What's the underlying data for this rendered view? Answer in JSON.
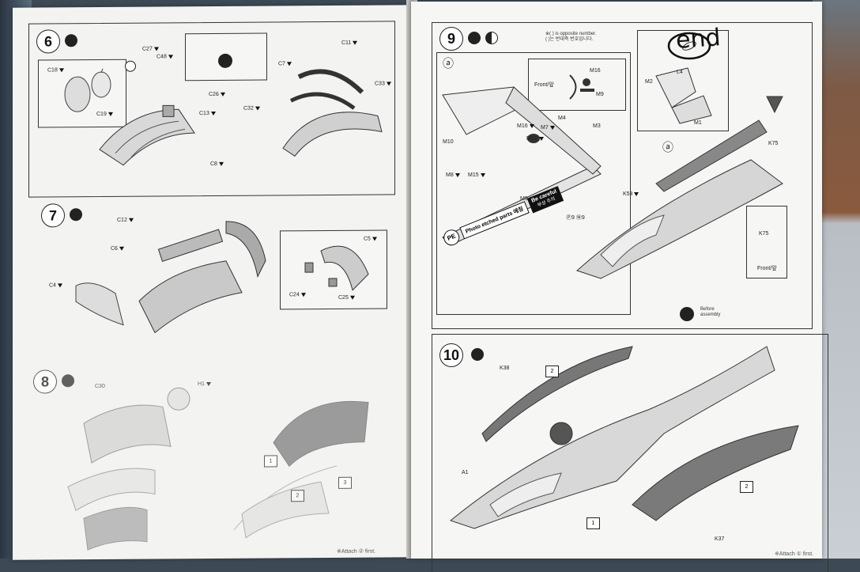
{
  "left_page": {
    "step6": {
      "number": "6",
      "parts": [
        "C18",
        "C19",
        "C27",
        "C48",
        "C26",
        "C13",
        "C8",
        "C11",
        "C7",
        "C33",
        "C32"
      ]
    },
    "step7": {
      "number": "7",
      "parts": [
        "C12",
        "C6",
        "C4",
        "C5",
        "C24",
        "C25"
      ]
    },
    "step8": {
      "number": "8",
      "parts": [
        "C30",
        "H1"
      ],
      "callouts": [
        "1",
        "2",
        "3"
      ]
    },
    "footer": "※Attach ② first."
  },
  "right_page": {
    "step9": {
      "number": "9",
      "note_line1": "※( ) is opposite number.",
      "note_line2": "( )는 반대측 번호입니다.",
      "sub_a": "ⓐ",
      "front_label": "Front/앞",
      "parts": [
        "M16",
        "M9",
        "M10",
        "M16",
        "M12",
        "M7",
        "M4",
        "M3",
        "M8",
        "M15",
        "M9"
      ],
      "inset_codes": [
        "Ⓟ9",
        "Ⓜ9"
      ],
      "pe_label": "PE",
      "photo_etched": "Photo etched parts",
      "photo_etched_kr": "에칭",
      "careful": "Be careful",
      "careful_kr": "부상 주의",
      "top_inset_parts": [
        "M2",
        "L4",
        "M1"
      ],
      "handwriting": "end",
      "sub_a_right": "ⓐ",
      "right_parts": [
        "K75",
        "K53"
      ],
      "k75_inset_label": "K75",
      "k75_front": "Front/앞"
    },
    "step10": {
      "number": "10",
      "parts": [
        "K38",
        "A1",
        "K37"
      ],
      "callouts": [
        "2",
        "1",
        "2"
      ],
      "tip_label_1": "Before",
      "tip_label_2": "assembly"
    },
    "footer": "※Attach ① first."
  },
  "icons": {
    "glue": "glue-icon",
    "paint": "paint-icon",
    "warning": "warning-icon",
    "star": "star-icon"
  }
}
